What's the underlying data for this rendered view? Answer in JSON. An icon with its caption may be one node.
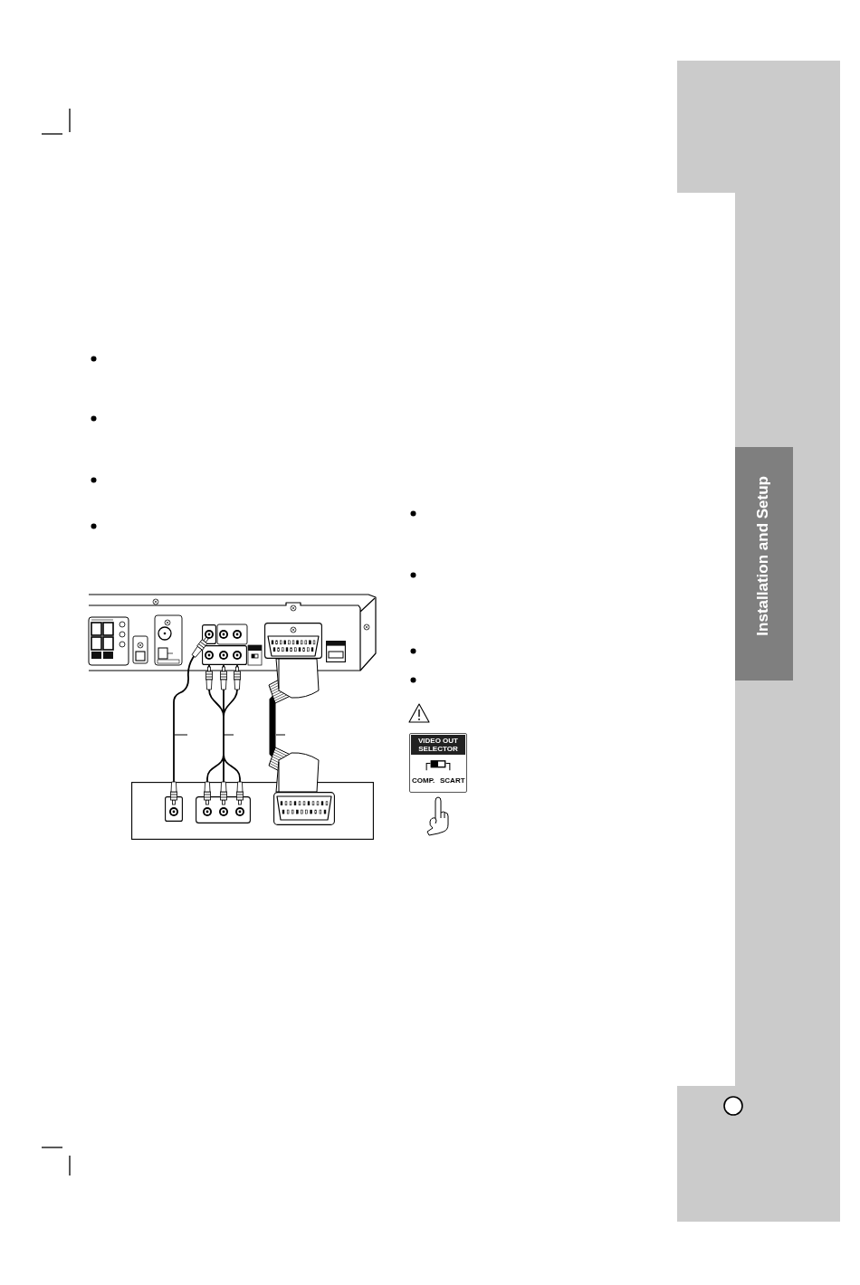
{
  "diagram": {
    "nodes": [
      {
        "text": [],
        "shape": "picture"
      },
      {
        "text": [],
        "shape": "box",
        "in": 0
      },
      {
        "text": [],
        "shape": "box",
        "in": 0
      },
      {
        "text": [],
        "shape": "box",
        "in": 0
      },
      {
        "text": [],
        "shape": "box",
        "in": 0
      },
      {
        "text": [],
        "shape": "box"
      },
      {
        "text": [],
        "shape": "box",
        "in": 5
      },
      {
        "text": [],
        "shape": "box",
        "in": 5
      },
      {
        "text": [],
        "shape": "box",
        "in": 5
      },
      {
        "text": [
          "VIDEO OUT SELECTOR",
          "COMP.",
          "SCART"
        ]
      },
      {
        "text": [
          "Installation and Setup"
        ]
      }
    ],
    "edges": [
      {
        "from": 1,
        "to": 6,
        "arrow": "other"
      },
      {
        "from": 2,
        "to": 7,
        "arrow": "other"
      },
      {
        "from": 3,
        "to": 8,
        "arrow": "other",
        "style": "thick"
      }
    ]
  }
}
